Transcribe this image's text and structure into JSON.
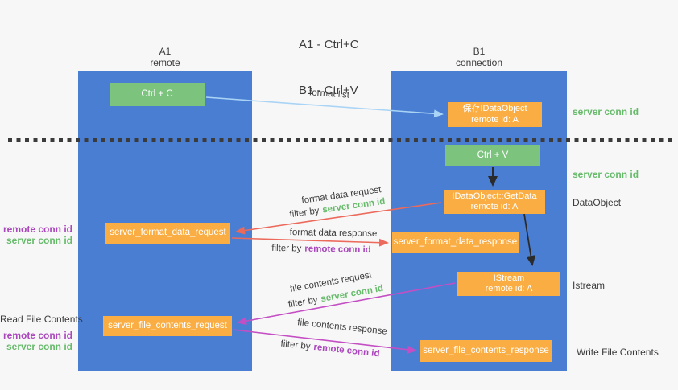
{
  "title": {
    "line1": "A1 - Ctrl+C",
    "line2": "B1 - Ctrl+V"
  },
  "columns": {
    "left": {
      "header_line1": "A1",
      "header_line2": "remote"
    },
    "right": {
      "header_line1": "B1",
      "header_line2": "connection"
    }
  },
  "nodes": {
    "ctrl_c": "Ctrl + C",
    "ctrl_v": "Ctrl + V",
    "save_dataobject": {
      "line1": "保存IDataObject",
      "line2": "remote id: A"
    },
    "getdata": {
      "line1": "IDataObject::GetData",
      "line2": "remote id: A"
    },
    "istream": {
      "line1": "IStream",
      "line2": "remote id: A"
    },
    "format_request": "server_format_data_request",
    "format_response": "server_format_data_response",
    "file_request": "server_file_contents_request",
    "file_response": "server_file_contents_response"
  },
  "arrow_labels": {
    "format_list": "format list",
    "format_data_request": "format data request",
    "format_data_response": "format data response",
    "file_contents_request": "file contents request",
    "file_contents_response": "file contents response",
    "filter_by": "filter by",
    "server_conn_id": "server conn id",
    "remote_conn_id": "remote conn id"
  },
  "side_labels": {
    "left": {
      "remote_conn_id": "remote conn id",
      "server_conn_id": "server conn id",
      "read_file_contents": "Read File Contents"
    },
    "right": {
      "server_conn_id_top": "server conn id",
      "server_conn_id_mid": "server conn id",
      "dataobject": "DataObject",
      "istream": "Istream",
      "write_file_contents": "Write File Contents"
    }
  },
  "colors": {
    "column_blue": "#4a7ed3",
    "box_green": "#7cc47e",
    "box_orange": "#f9ad42",
    "text_green": "#66bb6a",
    "text_purple": "#ab47bc",
    "arrow_red": "#ec6a5c",
    "arrow_magenta": "#c44fc4",
    "arrow_light_blue": "#aad4f5",
    "arrow_black": "#2b2b2b"
  }
}
